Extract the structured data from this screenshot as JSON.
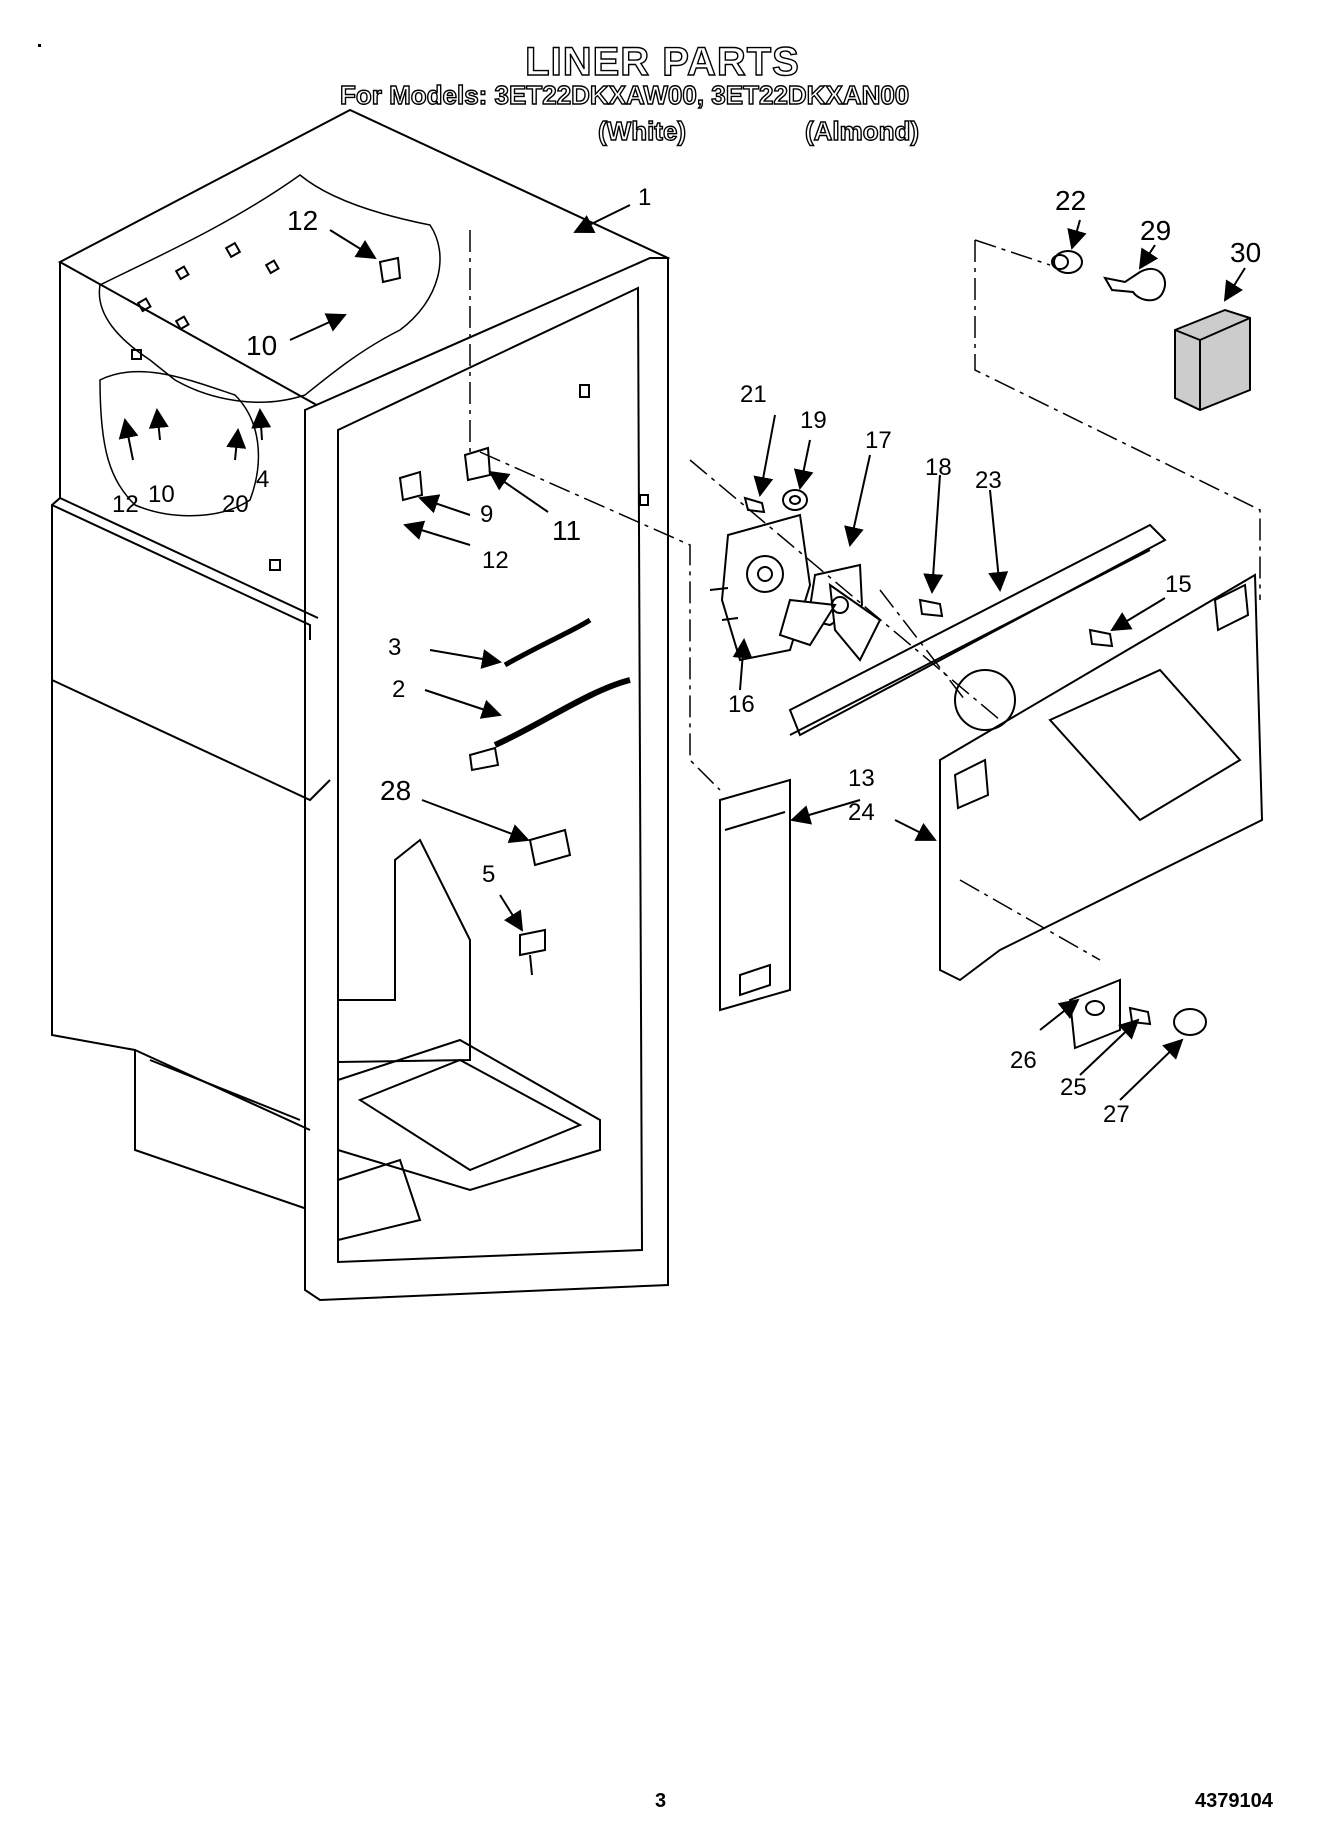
{
  "header": {
    "title": "LINER PARTS",
    "models_line": "For Models: 3ET22DKXAW00, 3ET22DKXAN00",
    "color_white": "(White)",
    "color_almond": "(Almond)"
  },
  "callouts": {
    "c1": "1",
    "c2": "2",
    "c3": "3",
    "c4": "4",
    "c5": "5",
    "c9": "9",
    "c10a": "10",
    "c10b": "10",
    "c11": "11",
    "c12a": "12",
    "c12b": "12",
    "c12c": "12",
    "c13": "13",
    "c15": "15",
    "c16": "16",
    "c17": "17",
    "c18": "18",
    "c19": "19",
    "c20": "20",
    "c21": "21",
    "c22": "22",
    "c23": "23",
    "c24": "24",
    "c25": "25",
    "c26": "26",
    "c27": "27",
    "c28": "28",
    "c29": "29",
    "c30": "30"
  },
  "footer": {
    "page_number": "3",
    "document_number": "4379104"
  }
}
